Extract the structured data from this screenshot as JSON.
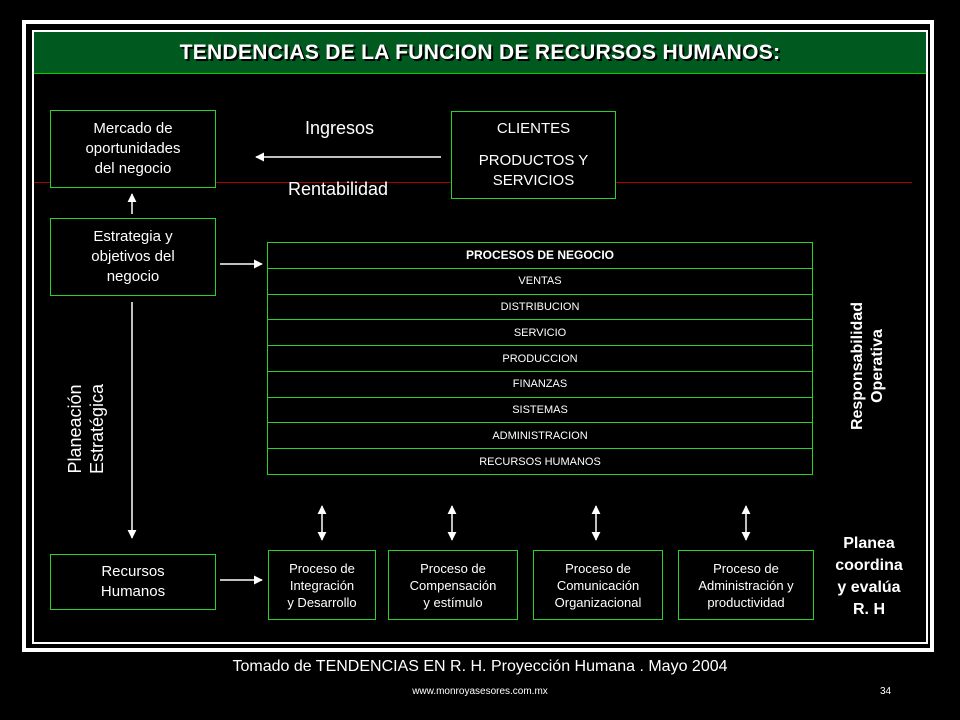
{
  "slide": {
    "title": "TENDENCIAS DE LA FUNCION DE RECURSOS HUMANOS:",
    "page_number": "34"
  },
  "boxes": {
    "mercado": [
      "Mercado de",
      "oportunidades",
      "del negocio"
    ],
    "clientes": [
      "CLIENTES",
      "PRODUCTOS Y",
      "SERVICIOS"
    ],
    "estrategia": [
      "Estrategia y",
      "objetivos del",
      "negocio"
    ],
    "recursos": [
      "Recursos",
      "Humanos"
    ]
  },
  "labels": {
    "ingresos": "Ingresos",
    "rentabilidad": "Rentabilidad",
    "planeacion": [
      "Planeación",
      "Estratégica"
    ],
    "responsabilidad": [
      "Responsabilidad",
      "Operativa"
    ],
    "planea": [
      "Planea",
      "coordina",
      "y evalúa",
      "R. H"
    ]
  },
  "procesos_negocio": {
    "header": "PROCESOS DE NEGOCIO",
    "rows": [
      "VENTAS",
      "DISTRIBUCION",
      "SERVICIO",
      "PRODUCCION",
      "FINANZAS",
      "SISTEMAS",
      "ADMINISTRACION",
      "RECURSOS HUMANOS"
    ]
  },
  "procesos_rh": [
    [
      "Proceso de",
      "Integración",
      "y Desarrollo"
    ],
    [
      "Proceso de",
      "Compensación",
      "y estímulo"
    ],
    [
      "Proceso de",
      "Comunicación",
      "Organizacional"
    ],
    [
      "Proceso de",
      "Administración y",
      "productividad"
    ]
  ],
  "footer": {
    "source": "Tomado de TENDENCIAS EN R. H. Proyección Humana . Mayo 2004",
    "url": "www.monroyasesores.com.mx"
  },
  "colors": {
    "background": "#000000",
    "title_bar": "#00591e",
    "box_border": "#2bd12b",
    "divider_line": "#aa0000"
  }
}
